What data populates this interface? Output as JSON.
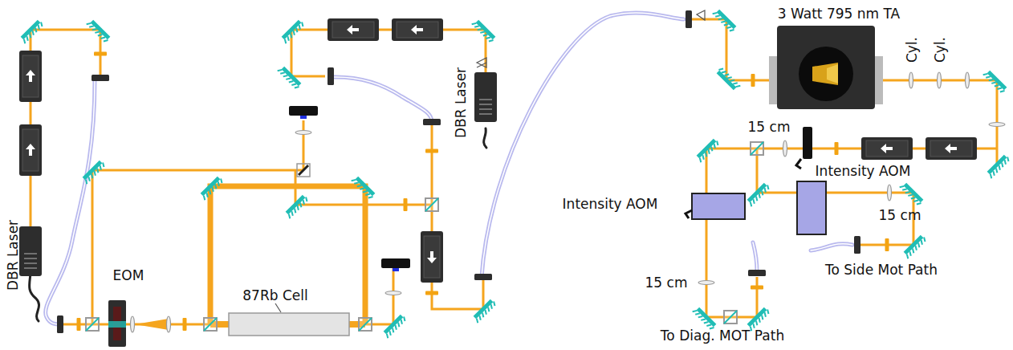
{
  "diagram": {
    "labels": [
      "DBR Laser",
      "EOM",
      "87Rb Cell",
      "DBR Laser",
      "3 Watt 795 nm TA",
      "Cyl.",
      "Cyl.",
      "15 cm",
      "Intensity AOM",
      "Intensity AOM",
      "15 cm",
      "To Side Mot Path",
      "15 cm",
      "To Diag. MOT Path"
    ]
  }
}
